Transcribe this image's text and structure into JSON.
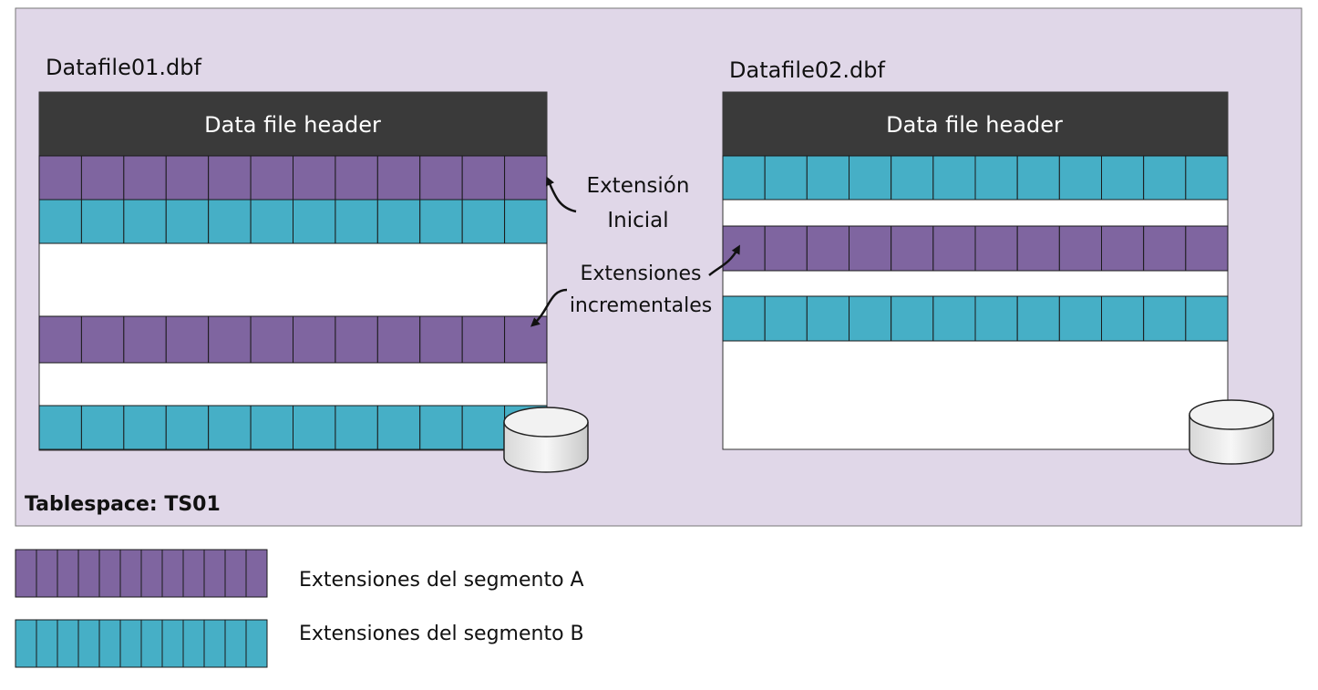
{
  "tablespace": {
    "label": "Tablespace: TS01"
  },
  "datafiles": [
    {
      "name": "Datafile01.dbf",
      "header_label": "Data file header",
      "rows": [
        "A",
        "B",
        "empty",
        "A",
        "empty",
        "B"
      ]
    },
    {
      "name": "Datafile02.dbf",
      "header_label": "Data file header",
      "rows": [
        "B",
        "empty",
        "A",
        "empty",
        "B",
        "empty"
      ]
    }
  ],
  "annotations": {
    "initial_extent": [
      "Extensión",
      "Inicial"
    ],
    "incremental_extents": [
      "Extensiones",
      "incrementales"
    ]
  },
  "legend": [
    {
      "segment": "A",
      "label": "Extensiones del segmento A"
    },
    {
      "segment": "B",
      "label": "Extensiones del segmento B"
    }
  ],
  "colors": {
    "tablespace_bg": "#e0d7e8",
    "header_bg": "#3a3a3a",
    "header_text": "#ffffff",
    "segment_A": "#7f65a0",
    "segment_B": "#46afc6",
    "cell_border": "#1a1a1a",
    "disk_fill": "#f0f0f0"
  }
}
